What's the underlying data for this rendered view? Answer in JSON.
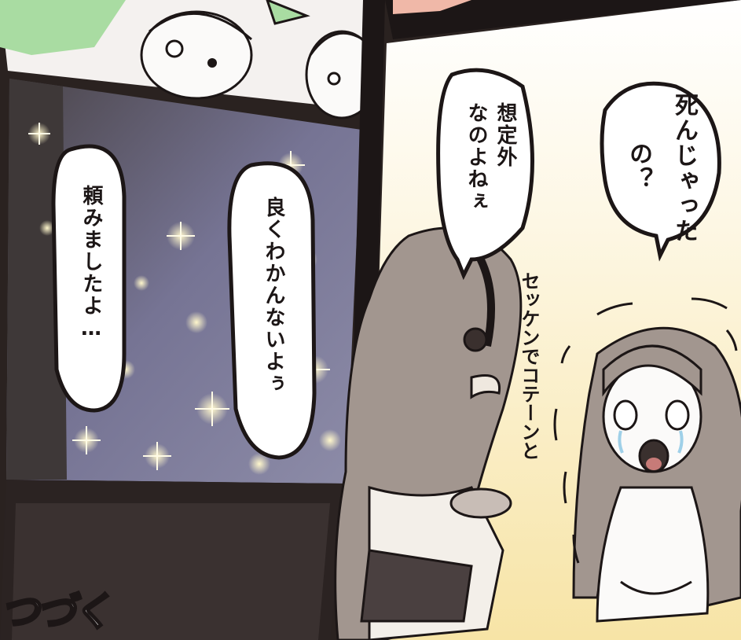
{
  "panels": {
    "top_left": {
      "caption": ""
    },
    "middle_left": {
      "bubble_left": "頼みましたよ…",
      "bubble_right": "良くわかんないよぅ"
    },
    "right": {
      "bubble_speaker": "想定外\nなのよねぇ",
      "bubble_speaker_line1": "想定外",
      "bubble_speaker_line2": "なのよねぇ",
      "bubble_scared_line1": "死んじゃった",
      "bubble_scared_line2": "の？",
      "sfx_side": "セッケンでコテーンと"
    }
  },
  "footer": {
    "continued": "つづく"
  },
  "colors": {
    "ink": "#1c1616",
    "gutter": "#2a2220",
    "sparkle_bg": "#6e6e90",
    "warm_bg": "#fbf0c2",
    "hair": "#9b8f88"
  }
}
